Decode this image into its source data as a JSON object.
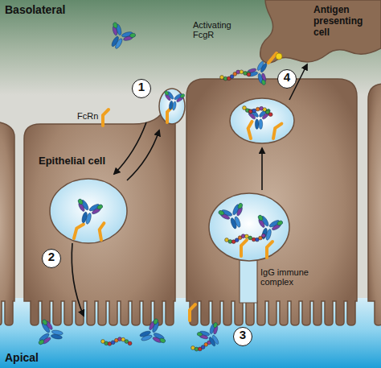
{
  "diagram": {
    "nodes": [
      {
        "text": [
          "Basolateral"
        ]
      },
      {
        "text": [
          "Antigen presenting cell"
        ]
      },
      {
        "text": [
          "1"
        ]
      },
      {
        "text": [
          "4"
        ]
      },
      {
        "text": [
          "Epithelial cell"
        ]
      },
      {
        "text": [
          "2"
        ],
        "in": 4
      },
      {
        "text": [
          "3"
        ]
      },
      {
        "text": [
          "Apical"
        ]
      }
    ],
    "labels": [
      "FcRn",
      "Activating FcgR",
      "IgG immune complex"
    ]
  }
}
